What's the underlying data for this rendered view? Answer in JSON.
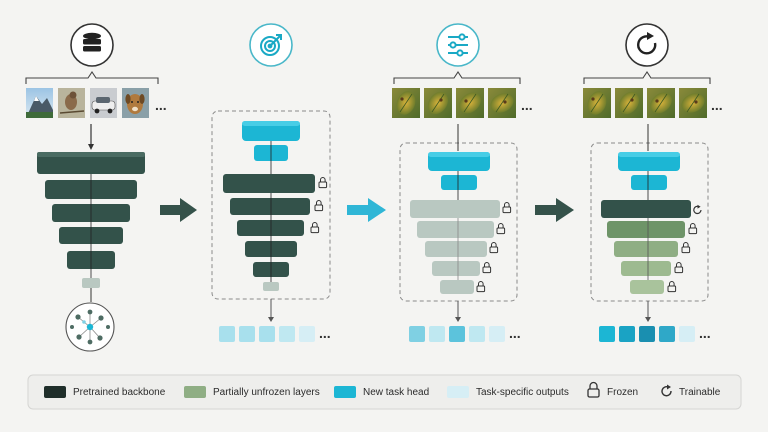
{
  "colors": {
    "background": "#f4f4f2",
    "backbone_dark": "#33524a",
    "backbone_dark_top": "#4a6b62",
    "backbone_faded": "#b9c8c1",
    "partially_unfrozen": "#8fae84",
    "partially_unfrozen_light": "#a9c39c",
    "task_head": "#1cb6d4",
    "task_head_top": "#47cde6",
    "output_pale": "#d6eef5",
    "output_mid": "#7fd0e3",
    "output_dark": "#1a8fb0",
    "icon_ring": "#49b7c9",
    "stage_ring": "#333333",
    "arrow_dark": "#35524a",
    "arrow_teal": "#2fb6d6",
    "dashed": "#8a8a8a",
    "legend_bg": "#eeeeec",
    "legend_border": "#d5d5d3"
  },
  "stages": [
    {
      "icon": "database-icon"
    },
    {
      "icon": "target-icon"
    },
    {
      "icon": "sliders-icon"
    },
    {
      "icon": "refresh-icon"
    }
  ],
  "images": {
    "general": [
      "mountain-photo-icon",
      "bird-photo-icon",
      "car-photo-icon",
      "dog-photo-icon"
    ],
    "leaves": [
      "leaf-photo-icon-1",
      "leaf-photo-icon-2",
      "leaf-photo-icon-3",
      "leaf-photo-icon-4"
    ]
  },
  "ellipsis": "...",
  "legend": {
    "items": [
      {
        "label": "Pretrained backbone",
        "swatch": "#1f2e2a"
      },
      {
        "label": "Partially unfrozen layers",
        "swatch": "#8fae84"
      },
      {
        "label": "New task head",
        "swatch": "#1cb6d4"
      },
      {
        "label": "Task-specific outputs",
        "swatch": "#d6eef5"
      }
    ],
    "frozen_label": "Frozen",
    "trainable_label": "Trainable",
    "frozen_icon": "lock-icon",
    "trainable_icon": "refresh-icon"
  }
}
